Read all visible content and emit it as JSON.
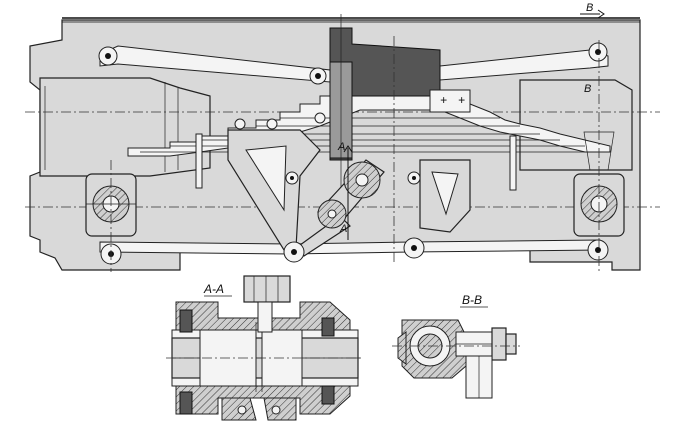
{
  "labels": {
    "section_a": "A-A",
    "section_b": "B-B",
    "mark_a_upper": "A",
    "mark_a_lower": "A",
    "mark_b_top": "B",
    "mark_b_right": "B"
  }
}
